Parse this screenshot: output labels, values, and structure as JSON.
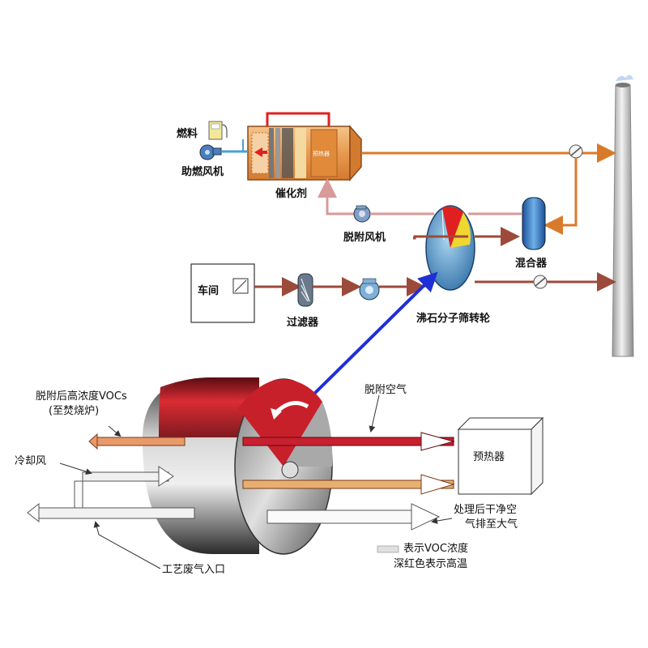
{
  "top": {
    "fuel": "燃料",
    "burner_fan": "助燃风机",
    "catalyst": "催化剂",
    "preheater_tag": "预热器",
    "desorption_fan": "脱附风机",
    "mixer": "混合器",
    "workshop": "车间",
    "filter": "过滤器",
    "rotor": "沸石分子筛转轮"
  },
  "bottom": {
    "desorbed_vocs_line1": "脱附后高浓度VOCs",
    "desorbed_vocs_line2": "(至焚烧炉)",
    "cooling_air": "冷却风",
    "process_inlet": "工艺废气入口",
    "desorption_air": "脱附空气",
    "preheater": "预热器",
    "clean_exhaust_line1": "处理后干净空",
    "clean_exhaust_line2": "气排至大气",
    "legend_line1": "表示VOC浓度",
    "legend_line2": "深红色表示高温"
  },
  "colors": {
    "hot_line": "#d97a2b",
    "pink_line": "#d99a9a",
    "clean_line": "#9c4a3a",
    "blue_arrow": "#1f2fd6",
    "rotor_red": "#c8202a",
    "chimney": "#c8c8c8"
  }
}
